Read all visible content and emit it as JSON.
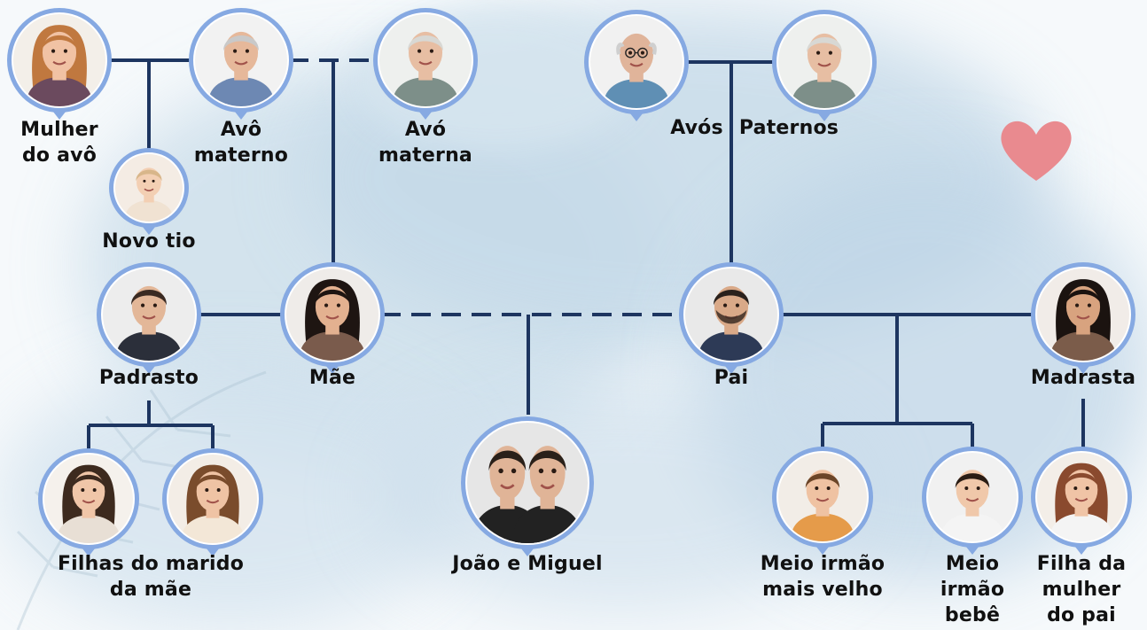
{
  "colors": {
    "line": "#1d3560",
    "ring": "#86a9e2",
    "heart": "#e98a8f"
  },
  "members": [
    {
      "id": "mulher-do-avo",
      "label": "Mulher\ndo avô",
      "portrait": "young-woman-portrait"
    },
    {
      "id": "avo-materno",
      "label": "Avô\nmaterno",
      "portrait": "grey-haired-man-portrait"
    },
    {
      "id": "avo-materna",
      "label": "Avó\nmaterna",
      "portrait": "elderly-woman-portrait"
    },
    {
      "id": "avo-paterno",
      "label": "",
      "portrait": "elderly-man-glasses-portrait"
    },
    {
      "id": "avo-paterna",
      "label": "",
      "portrait": "elderly-woman-portrait"
    },
    {
      "id": "novo-tio",
      "label": "Novo tio",
      "portrait": "baby-portrait"
    },
    {
      "id": "padrasto",
      "label": "Padrasto",
      "portrait": "man-in-suit-portrait"
    },
    {
      "id": "mae",
      "label": "Mãe",
      "portrait": "woman-long-dark-hair-portrait"
    },
    {
      "id": "pai",
      "label": "Pai",
      "portrait": "bearded-man-portrait"
    },
    {
      "id": "madrasta",
      "label": "Madrasta",
      "portrait": "woman-dark-hair-portrait"
    },
    {
      "id": "filha-marido-1",
      "label": "",
      "portrait": "girl-braids-portrait"
    },
    {
      "id": "filha-marido-2",
      "label": "",
      "portrait": "little-girl-curly-hair-portrait"
    },
    {
      "id": "joao-e-miguel",
      "label": "João e Miguel",
      "portrait": "two-teen-boys-portrait"
    },
    {
      "id": "meio-irmao-velho",
      "label": "Meio irmão\nmais velho",
      "portrait": "boy-portrait"
    },
    {
      "id": "meio-irmao-bebe",
      "label": "Meio\nirmão\nbebê",
      "portrait": "toddler-boy-portrait"
    },
    {
      "id": "filha-mulher-pai",
      "label": "Filha da\nmulher\ndo pai",
      "portrait": "girl-long-hair-portrait"
    }
  ],
  "group_labels": {
    "avos_paternos_left": "Avós",
    "avos_paternos_right": "Paternos",
    "filhas_do_marido": "Filhas do marido\nda mãe"
  },
  "decorations": [
    "heart-icon",
    "palm-leaf-watermark"
  ]
}
